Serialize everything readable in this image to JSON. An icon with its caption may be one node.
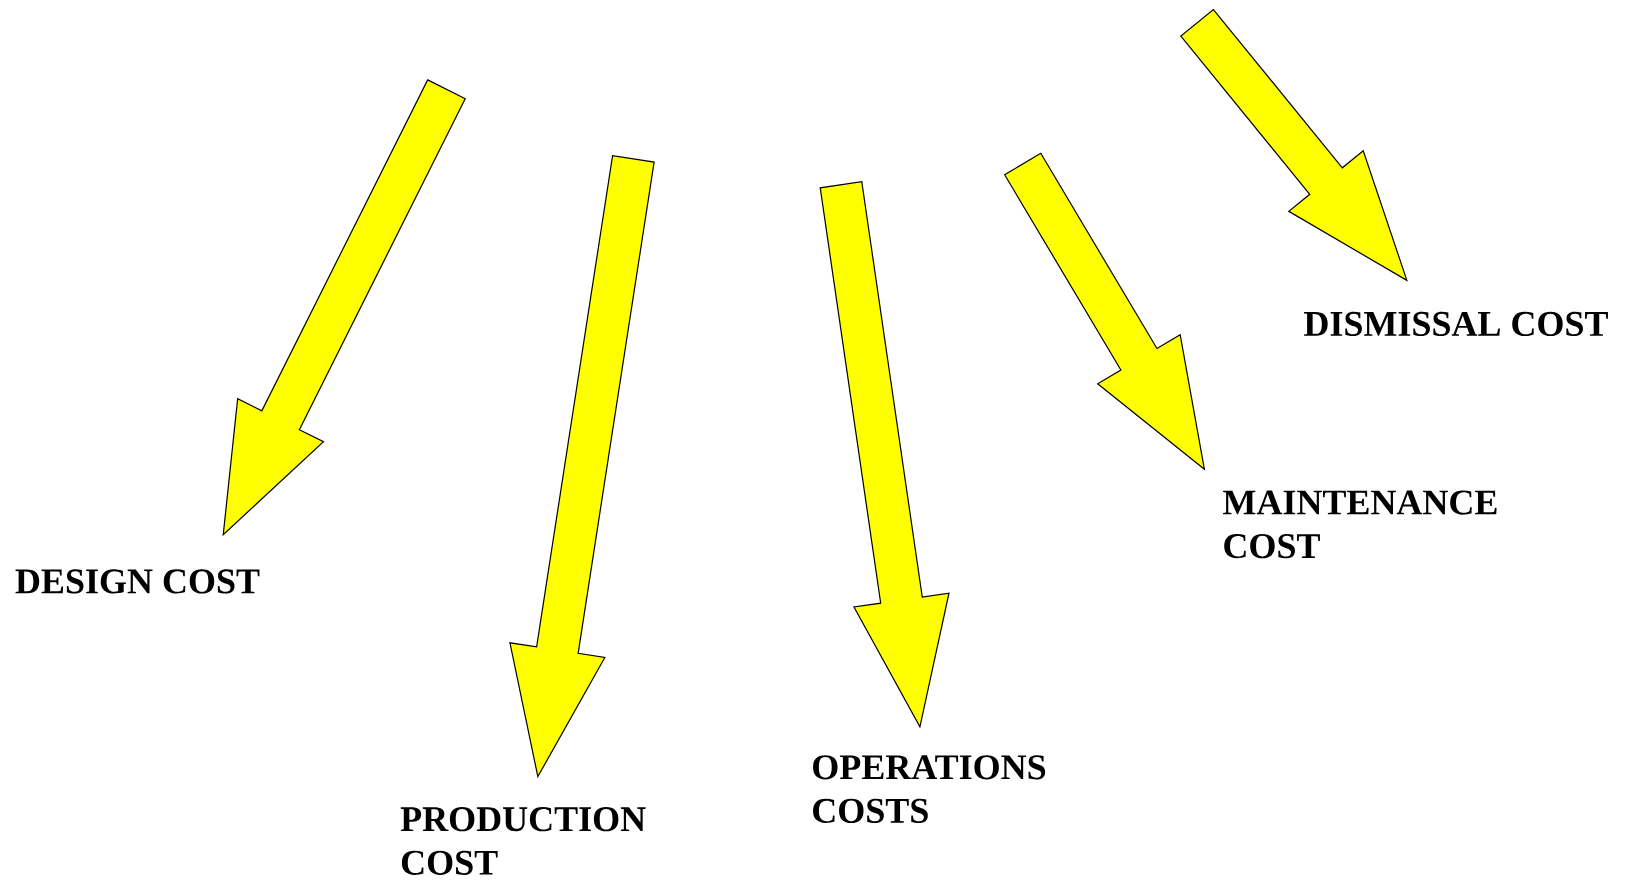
{
  "diagram": {
    "nodes": [
      {
        "text": [
          "DESIGN COST"
        ]
      },
      {
        "text": [
          "PRODUCTION COST"
        ]
      },
      {
        "text": [
          "OPERATIONS COSTS"
        ]
      },
      {
        "text": [
          "MAINTENANCE COST"
        ]
      },
      {
        "text": [
          "DISMISSAL COST"
        ]
      }
    ],
    "edges": [
      {
        "from": null,
        "to": 0,
        "arrow": "to"
      },
      {
        "from": null,
        "to": 1,
        "arrow": "to"
      },
      {
        "from": null,
        "to": 2,
        "arrow": "to"
      },
      {
        "from": null,
        "to": 3,
        "arrow": "to"
      },
      {
        "from": null,
        "to": 4,
        "arrow": "to"
      }
    ]
  }
}
